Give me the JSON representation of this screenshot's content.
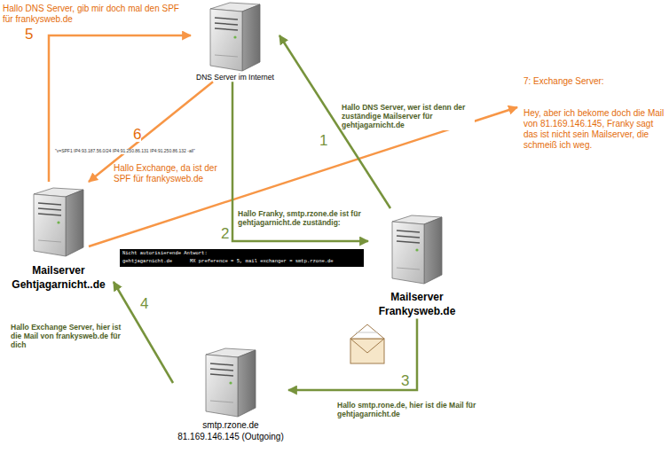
{
  "diagram": {
    "nodes": [
      {
        "text": [
          "DNS Server im Internet"
        ]
      },
      {
        "text": [
          "Mailserver Gehtjagarnicht..de"
        ]
      },
      {
        "text": [
          "Mailserver Frankysweb.de"
        ]
      },
      {
        "text": [
          "smtp.rzone.de 81.169.146.145 (Outgoing)"
        ]
      }
    ],
    "edges": [
      {
        "from": 2,
        "to": 0,
        "arrow": "to",
        "label": "Hallo DNS Server, wer ist denn der zuständige Mailserver für gehtjagarnicht.de"
      },
      {
        "from": 0,
        "to": 2,
        "arrow": "to",
        "label": "Hallo Franky, smtp.rzone.de ist für gehtjagarnicht.de zuständig:"
      },
      {
        "from": 2,
        "to": 3,
        "arrow": "to",
        "label": "Hallo smtp.rone.de, hier ist die Mail für gehtjagarnicht.de"
      },
      {
        "from": 3,
        "to": 1,
        "arrow": "to",
        "label": "Hallo Exchange Server, hier ist die Mail von frankysweb.de für dich"
      },
      {
        "from": 1,
        "to": 0,
        "arrow": "to",
        "label": "Hallo DNS Server, gib mir doch mal den SPF für frankysweb.de"
      },
      {
        "from": 0,
        "to": 1,
        "arrow": "to",
        "label": "Hallo Exchange, da ist der SPF für frankysweb.de"
      }
    ],
    "labels": [
      "1",
      "2",
      "3",
      "4",
      "5",
      "6",
      "7: Exchange Server:",
      "Hey, aber ich bekome doch die Mail von 81.169.146.145, Franky sagt das ist nicht sein Mailserver, die schmeiß ich weg.",
      "\"v=SPF1 IP4:93.187.56.0/24 IP4:91.250.86.131 IP4:91.250.86.132 -all\"",
      "Nicht autorisierende Antwort:",
      "gehtjagarnicht.de      MX preference = 5, mail exchanger = smtp.rzone.de"
    ]
  }
}
